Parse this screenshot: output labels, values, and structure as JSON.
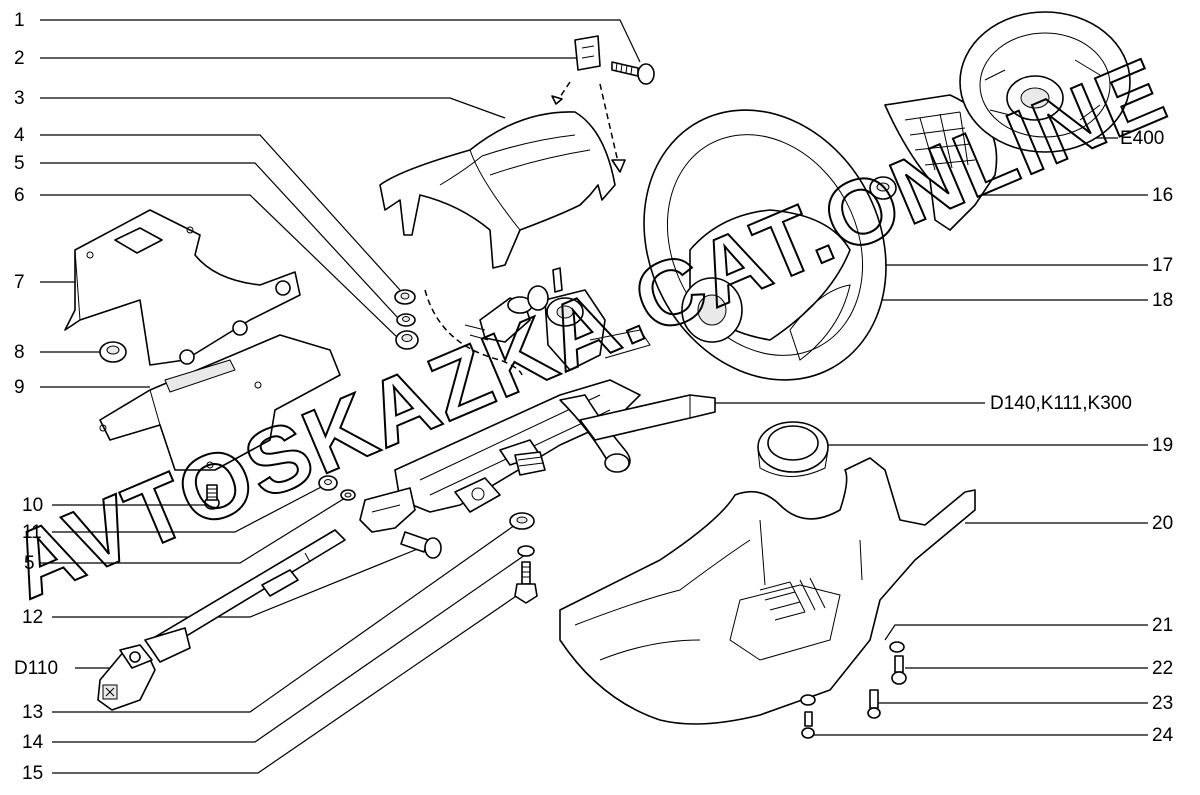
{
  "watermark": "AVTOSKAZKA.CAT.ONLINE",
  "callouts_left": [
    {
      "id": "1",
      "text": "1"
    },
    {
      "id": "2",
      "text": "2"
    },
    {
      "id": "3",
      "text": "3"
    },
    {
      "id": "4",
      "text": "4"
    },
    {
      "id": "5",
      "text": "5"
    },
    {
      "id": "6",
      "text": "6"
    },
    {
      "id": "7",
      "text": "7"
    },
    {
      "id": "8",
      "text": "8"
    },
    {
      "id": "9",
      "text": "9"
    },
    {
      "id": "10",
      "text": "10"
    },
    {
      "id": "11",
      "text": "11"
    },
    {
      "id": "5b",
      "text": "5"
    },
    {
      "id": "12",
      "text": "12"
    },
    {
      "id": "D110",
      "text": "D110"
    },
    {
      "id": "13",
      "text": "13"
    },
    {
      "id": "14",
      "text": "14"
    },
    {
      "id": "15",
      "text": "15"
    }
  ],
  "callouts_right": [
    {
      "id": "E400",
      "text": "E400"
    },
    {
      "id": "16",
      "text": "16"
    },
    {
      "id": "17",
      "text": "17"
    },
    {
      "id": "18",
      "text": "18"
    },
    {
      "id": "D140",
      "text": "D140,K111,K300"
    },
    {
      "id": "19",
      "text": "19"
    },
    {
      "id": "20",
      "text": "20"
    },
    {
      "id": "21",
      "text": "21"
    },
    {
      "id": "22",
      "text": "22"
    },
    {
      "id": "23",
      "text": "23"
    },
    {
      "id": "24",
      "text": "24"
    }
  ]
}
